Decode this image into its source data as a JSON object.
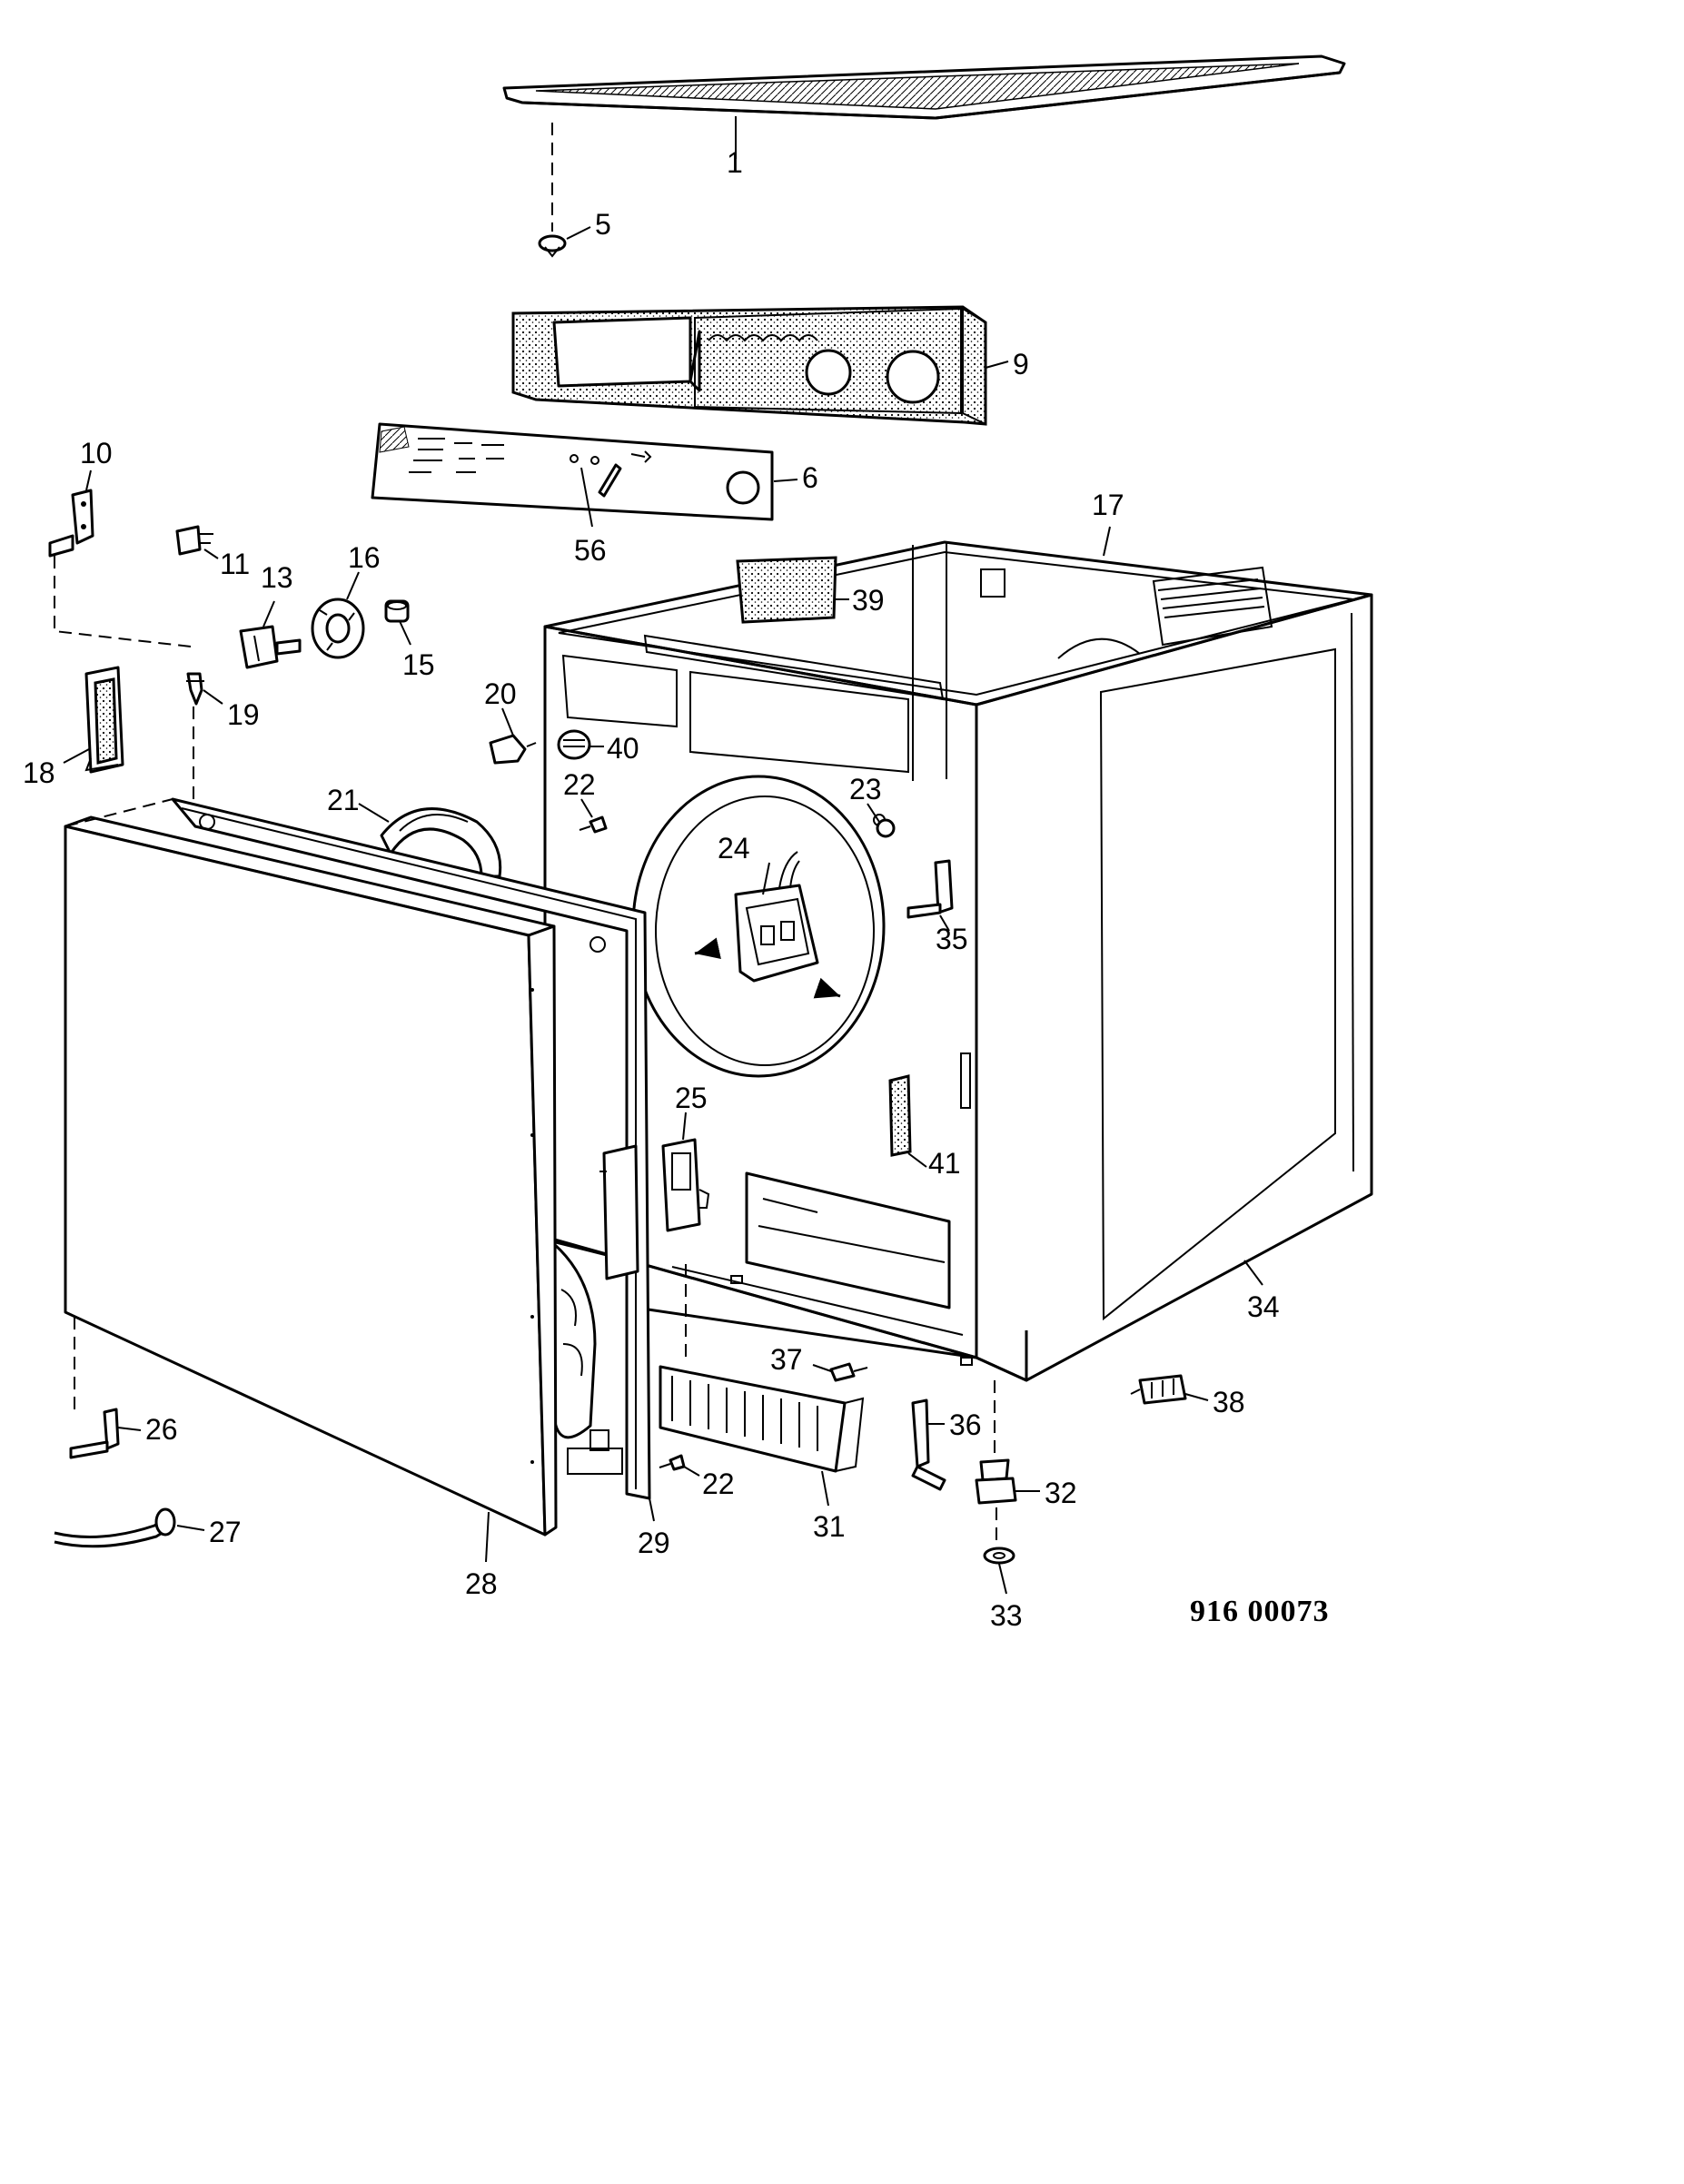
{
  "document_number": "916 00073",
  "callouts": {
    "c1": "1",
    "c5": "5",
    "c9": "9",
    "c6": "6",
    "c56": "56",
    "c10": "10",
    "c11": "11",
    "c13": "13",
    "c16": "16",
    "c15": "15",
    "c17": "17",
    "c39": "39",
    "c19": "19",
    "c18": "18",
    "c20": "20",
    "c40": "40",
    "c21": "21",
    "c22a": "22",
    "c23": "23",
    "c24": "24",
    "c35": "35",
    "c25": "25",
    "c41": "41",
    "c34": "34",
    "c37": "37",
    "c38": "38",
    "c26": "26",
    "c36": "36",
    "c22b": "22",
    "c32": "32",
    "c31": "31",
    "c27": "27",
    "c28": "28",
    "c29": "29",
    "c33": "33"
  }
}
